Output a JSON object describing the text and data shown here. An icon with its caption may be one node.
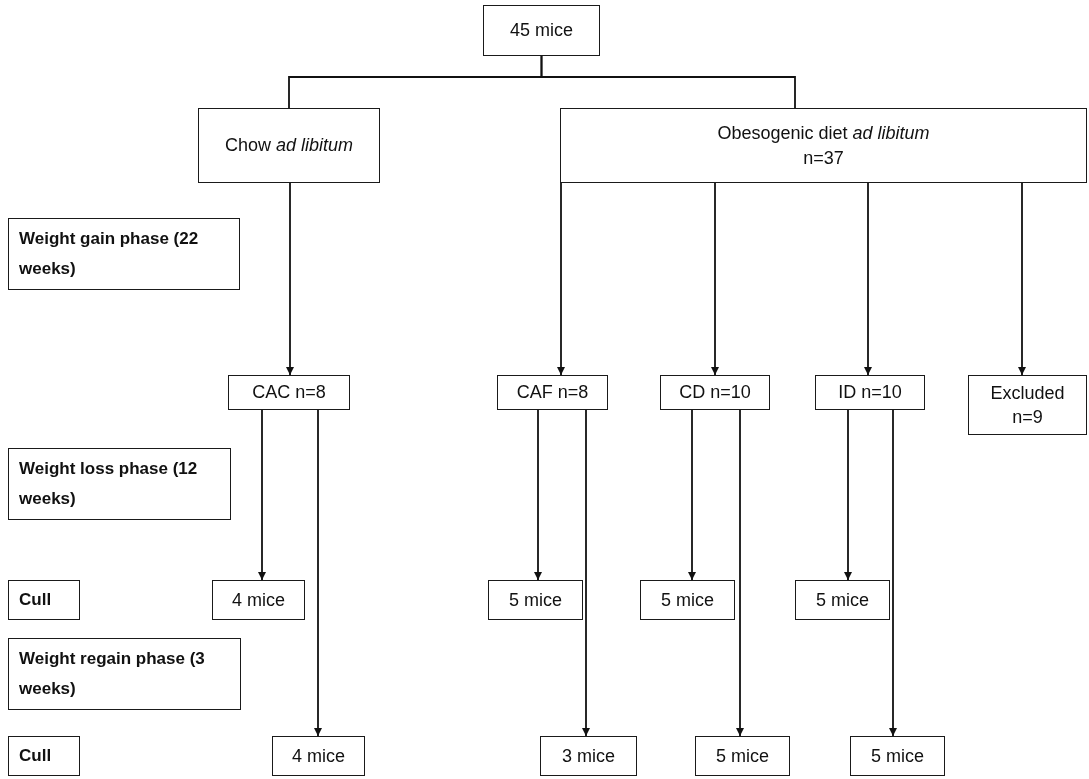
{
  "diagram": {
    "nodes": [
      {
        "text": [
          "45 mice"
        ]
      },
      {
        "text": [
          "Chow *ad libitum*"
        ]
      },
      {
        "text": [
          "Obesogenic diet *ad libitum*",
          "n=37"
        ]
      },
      {
        "text": [
          "Weight gain phase (22 weeks)"
        ]
      },
      {
        "text": [
          "CAC n=8"
        ]
      },
      {
        "text": [
          "CAF n=8"
        ]
      },
      {
        "text": [
          "CD n=10"
        ]
      },
      {
        "text": [
          "ID n=10"
        ]
      },
      {
        "text": [
          "Excluded n=9"
        ]
      },
      {
        "text": [
          "Weight loss phase (12 weeks)"
        ]
      },
      {
        "text": [
          "Cull"
        ]
      },
      {
        "text": [
          "4 mice"
        ]
      },
      {
        "text": [
          "5 mice"
        ]
      },
      {
        "text": [
          "5 mice"
        ]
      },
      {
        "text": [
          "5 mice"
        ]
      },
      {
        "text": [
          "Weight regain phase (3 weeks)"
        ]
      },
      {
        "text": [
          "Cull"
        ]
      },
      {
        "text": [
          "4 mice"
        ]
      },
      {
        "text": [
          "3 mice"
        ]
      },
      {
        "text": [
          "5 mice"
        ]
      },
      {
        "text": [
          "5 mice"
        ]
      }
    ],
    "edges": [
      {
        "from": 0,
        "to": 1,
        "arrow": "none"
      },
      {
        "from": 0,
        "to": 2,
        "arrow": "none"
      },
      {
        "from": 1,
        "to": 4,
        "arrow": "to"
      },
      {
        "from": 2,
        "to": 5,
        "arrow": "to"
      },
      {
        "from": 2,
        "to": 6,
        "arrow": "to"
      },
      {
        "from": 2,
        "to": 7,
        "arrow": "to"
      },
      {
        "from": 2,
        "to": 8,
        "arrow": "to"
      },
      {
        "from": 4,
        "to": 11,
        "arrow": "to"
      },
      {
        "from": 4,
        "to": 17,
        "arrow": "to"
      },
      {
        "from": 5,
        "to": 12,
        "arrow": "to"
      },
      {
        "from": 5,
        "to": 18,
        "arrow": "to"
      },
      {
        "from": 6,
        "to": 13,
        "arrow": "to"
      },
      {
        "from": 6,
        "to": 19,
        "arrow": "to"
      },
      {
        "from": 7,
        "to": 14,
        "arrow": "to"
      },
      {
        "from": 7,
        "to": 20,
        "arrow": "to"
      }
    ]
  }
}
